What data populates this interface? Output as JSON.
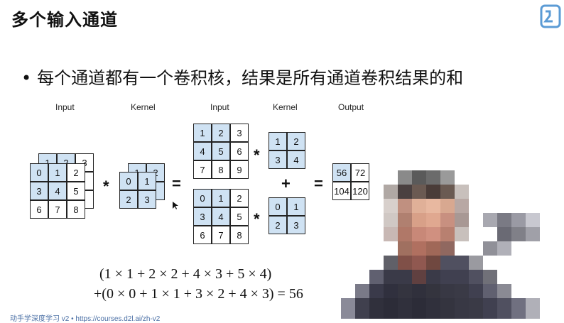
{
  "slide": {
    "title": "多个输入通道",
    "bullet": "每个通道都有一个卷积核，结果是所有通道卷积结果的和",
    "bullet_dot": "•"
  },
  "diagram": {
    "labels": {
      "input_left": "Input",
      "kernel_left": "Kernel",
      "input_right": "Input",
      "kernel_right": "Kernel",
      "output": "Output"
    },
    "operators": {
      "times": "*",
      "equals": "=",
      "plus": "+"
    },
    "input_channel_0": [
      "0",
      "1",
      "2",
      "3",
      "4",
      "5",
      "6",
      "7",
      "8"
    ],
    "input_channel_1": [
      "1",
      "2",
      "3",
      "4",
      "5",
      "6",
      "7",
      "8",
      "9"
    ],
    "kernel_channel_0": [
      "0",
      "1",
      "2",
      "3"
    ],
    "kernel_channel_1": [
      "1",
      "2",
      "3",
      "4"
    ],
    "output": [
      "56",
      "72",
      "104",
      "120"
    ],
    "back_input_partial": [
      "1",
      "2",
      "3"
    ],
    "back_kernel_partial": [
      "1",
      "2"
    ]
  },
  "math": {
    "line1": "(1 × 1 + 2 × 2 + 4 × 3 + 5 × 4)",
    "line2": "+(0 × 0 + 1 × 1 + 3 × 2 + 4 × 3) = 56"
  },
  "footer": {
    "text": "动手学深度学习 v2 • https://courses.d2l.ai/zh-v2"
  },
  "colors": {
    "cell_highlight": "#cfe2f3",
    "border": "#222222",
    "footer_link": "#4a6fa5",
    "logo": "#5b9bd5"
  }
}
